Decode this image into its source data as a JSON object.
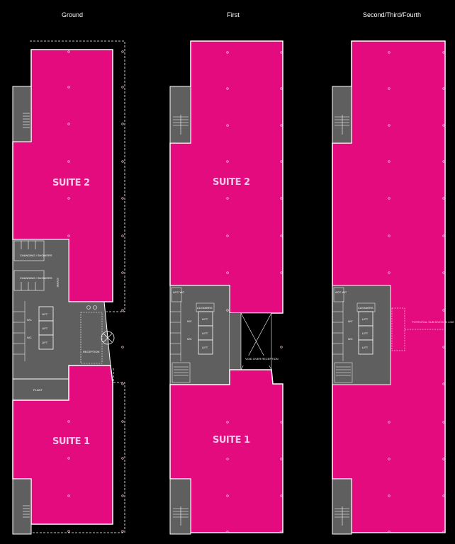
{
  "colors": {
    "background": "#000000",
    "suite_fill": "#e30b7e",
    "core_fill": "#5f5f5f",
    "wall": "#ffffff",
    "label": "#f6c8e6"
  },
  "floors": [
    {
      "title": "Ground",
      "suites": [
        {
          "label": "SUITE 2"
        },
        {
          "label": "SUITE 1"
        }
      ],
      "rooms": {
        "changing_1": "CHANGING / SHOWERS",
        "changing_2": "CHANGING / SHOWERS",
        "store": "STORE",
        "lift_1": "LIFT",
        "lift_2": "LIFT",
        "lift_3": "LIFT",
        "wc_1": "WC",
        "wc_2": "WC",
        "reception": "RECEPTION",
        "plant": "PLANT"
      }
    },
    {
      "title": "First",
      "suites": [
        {
          "label": "SUITE 2"
        },
        {
          "label": "SUITE 1"
        }
      ],
      "rooms": {
        "acc_wc": "ACC WC",
        "cleaners": "CLEANERS",
        "lift_1": "LIFT",
        "lift_2": "LIFT",
        "lift_3": "LIFT",
        "wc_1": "WC",
        "wc_2": "WC",
        "void": "VOID OVER RECEPTION"
      }
    },
    {
      "title": "Second/Third/Fourth",
      "suites": [],
      "rooms": {
        "acc_wc": "ACC WC",
        "cleaners": "CLEANERS",
        "lift_1": "LIFT",
        "lift_2": "LIFT",
        "lift_3": "LIFT",
        "wc_1": "WC",
        "wc_2": "WC",
        "subdivision": "POTENTIAL SUB DIVISION LINE"
      }
    }
  ]
}
